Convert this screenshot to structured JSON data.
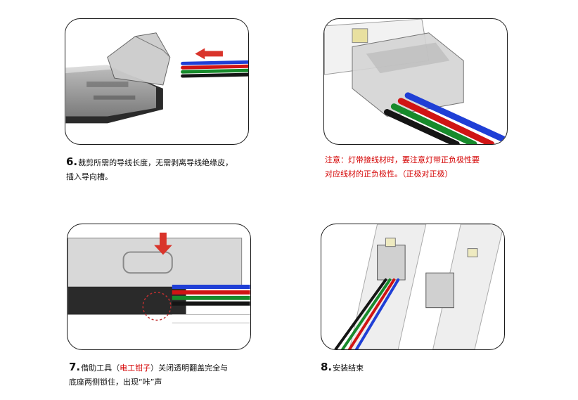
{
  "steps": {
    "s6": {
      "number": "6.",
      "line1": "裁剪所需的导线长度，无需剥离导线绝缘皮，",
      "line2": "插入导向槽。"
    },
    "note": {
      "line1": "注意：灯带接线材时，要注意灯带正负极性要",
      "line2": "对应线材的正负极性。（正极对正极）"
    },
    "s7": {
      "number": "7.",
      "line1_a": "借助工具（",
      "line1_tool": "电工钳子",
      "line1_b": "）关闭透明翻盖完全与",
      "line2": "底座两侧锁住，出现“咔”声"
    },
    "s8": {
      "number": "8.",
      "line1": "安装结束"
    }
  },
  "colors": {
    "wire_blue": "#1f3fd6",
    "wire_red": "#d01414",
    "wire_green": "#178a2b",
    "wire_black": "#151515",
    "arrow": "#d9342b",
    "note_text": "#d40000"
  }
}
